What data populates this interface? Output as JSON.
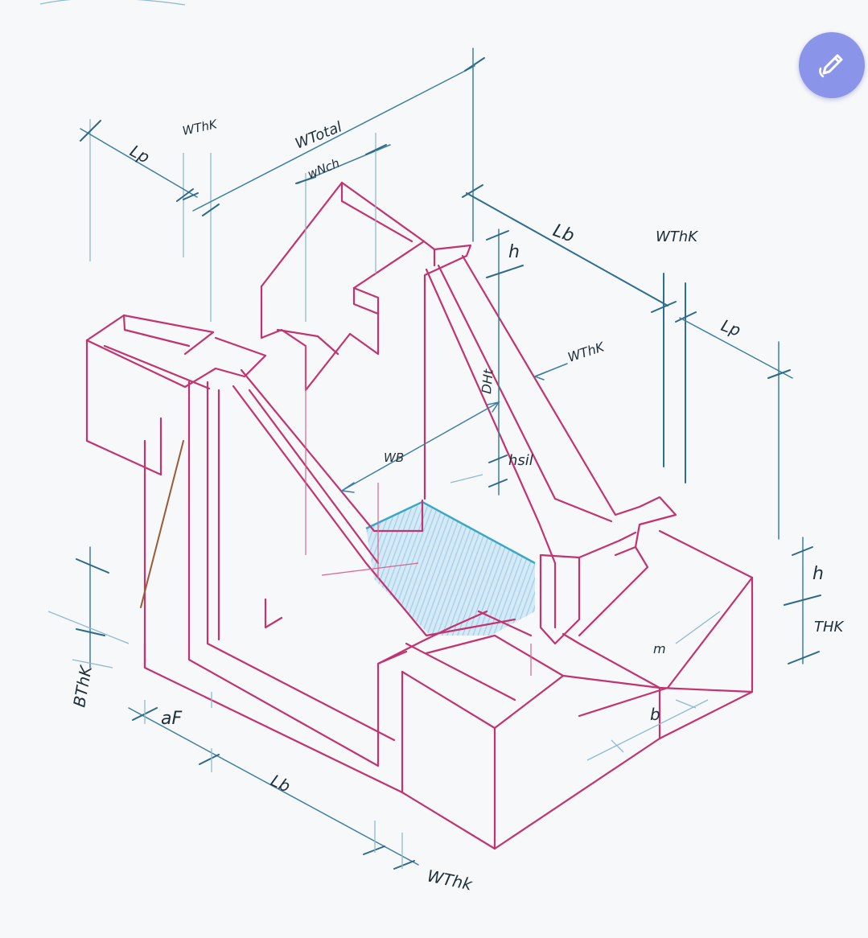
{
  "labels": {
    "lp_left": "Lp",
    "wthk_top_left": "WThK",
    "wtotal": "WTotal",
    "wnch": "wNch",
    "h_top": "h",
    "lb_top": "Lb",
    "wthk_top_right": "WThK",
    "lp_right": "Lp",
    "wthk_mid": "WThK",
    "dht": "DHt",
    "wb": "WB",
    "hsil": "hsil",
    "h_right": "h",
    "thk_right": "THK",
    "m": "m",
    "b": "b",
    "bthk": "BThK",
    "af": "aF",
    "lb_bottom": "Lb",
    "wthk_bottom": "WThk"
  },
  "colors": {
    "structure": "#c2336f",
    "dimension": "#3d7f9f",
    "water": "#9fd3ec",
    "accent_button": "#8a95ea"
  },
  "icons": {
    "edit": "pencil-icon"
  }
}
